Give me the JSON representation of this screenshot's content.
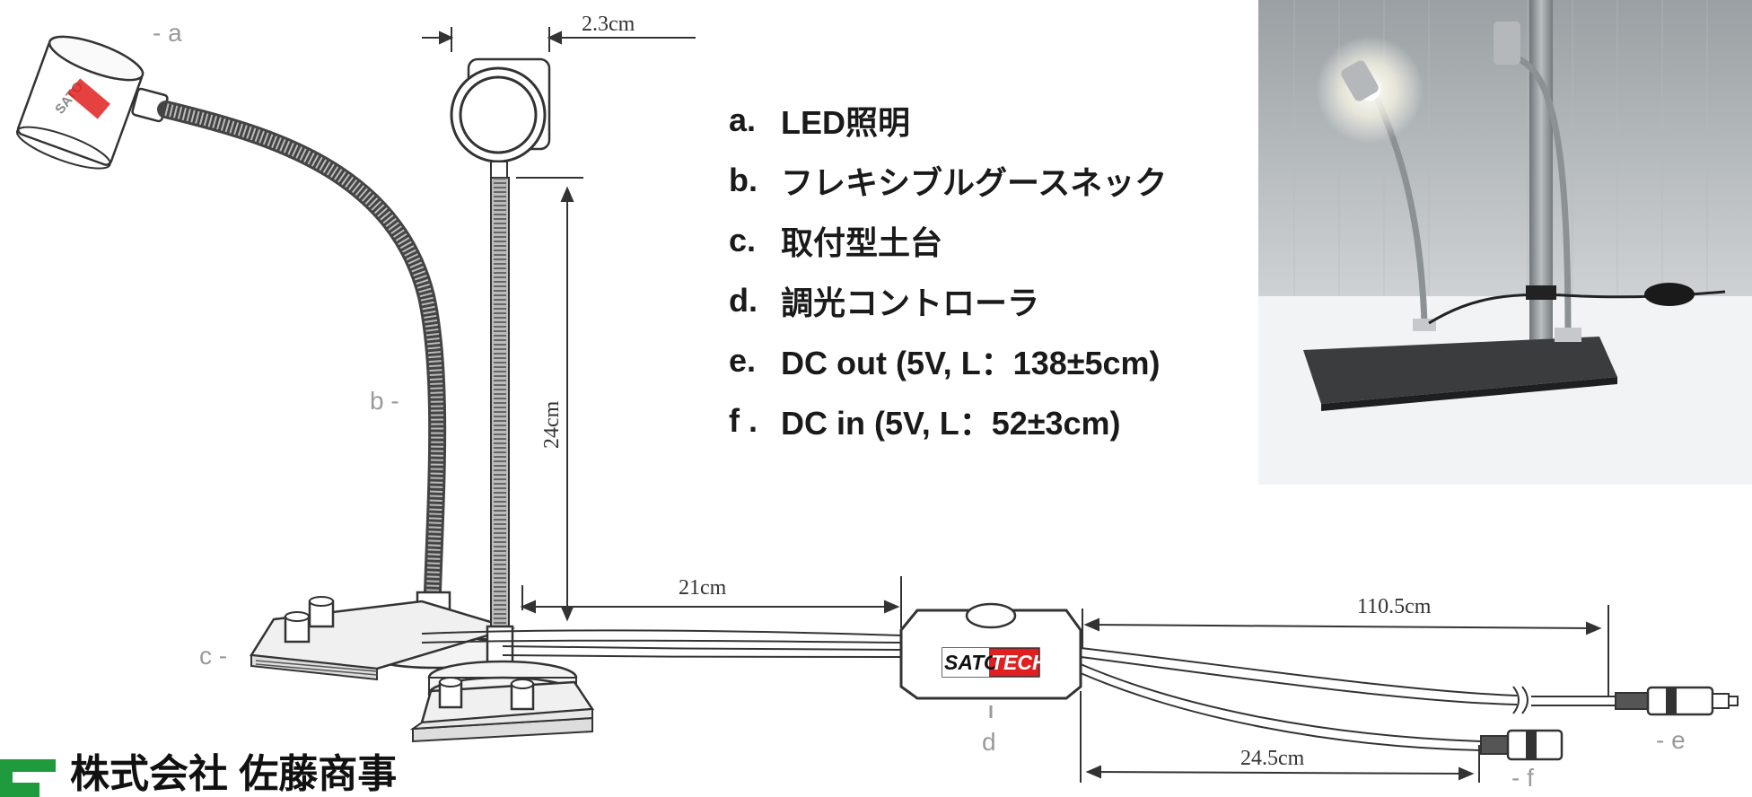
{
  "legend": [
    {
      "key": "a.",
      "label": "LED照明"
    },
    {
      "key": "b.",
      "label": "フレキシブルグースネック"
    },
    {
      "key": "c.",
      "label": "取付型土台"
    },
    {
      "key": "d.",
      "label": "調光コントローラ"
    },
    {
      "key": "e.",
      "label": "DC out (5V, L：138±5cm)"
    },
    {
      "key": "f .",
      "label": "DC in (5V, L：52±3cm)"
    }
  ],
  "callouts": {
    "a": "- a",
    "b": "b -",
    "c": "c -",
    "d": "d",
    "e": "- e",
    "f": "- f"
  },
  "dimensions": {
    "head_diameter": "2.3cm",
    "neck_height": "24cm",
    "cable_to_controller": "21cm",
    "dc_out_length": "110.5cm",
    "dc_in_length": "24.5cm"
  },
  "brand": {
    "sato": "SATO",
    "tech": "TECH"
  },
  "company": {
    "name": "株式会社 佐藤商事"
  },
  "colors": {
    "brand_red": "#e02020",
    "logo_green": "#1f9a3c",
    "line": "#333333",
    "callout_gray": "#9a9a9a"
  }
}
